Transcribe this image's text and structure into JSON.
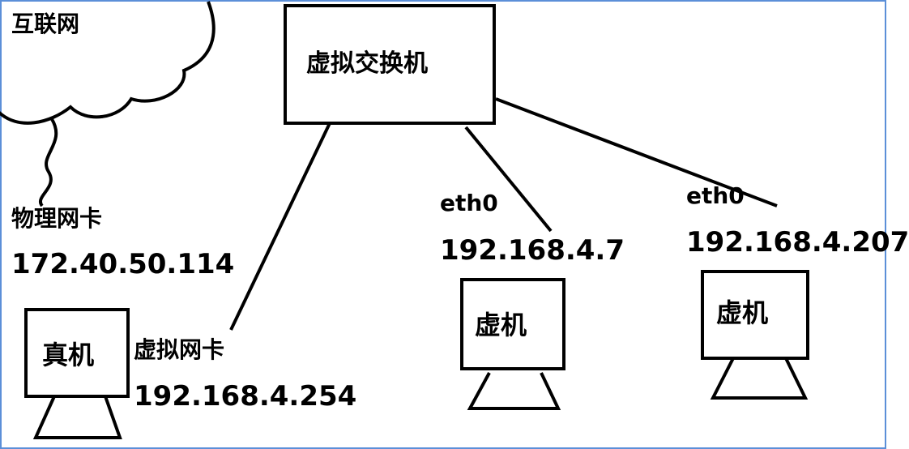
{
  "internet": {
    "label": "互联网"
  },
  "switch": {
    "label": "虚拟交换机"
  },
  "host": {
    "label": "真机",
    "physical_nic": {
      "label": "物理网卡",
      "ip": "172.40.50.114"
    },
    "virtual_nic": {
      "label": "虚拟网卡",
      "ip": "192.168.4.254"
    }
  },
  "vms": [
    {
      "label": "虚机",
      "nic": "eth0",
      "ip": "192.168.4.7"
    },
    {
      "label": "虚机",
      "nic": "eth0",
      "ip": "192.168.4.207"
    }
  ],
  "colors": {
    "frame": "#5b8fd8",
    "ink": "#000000"
  }
}
